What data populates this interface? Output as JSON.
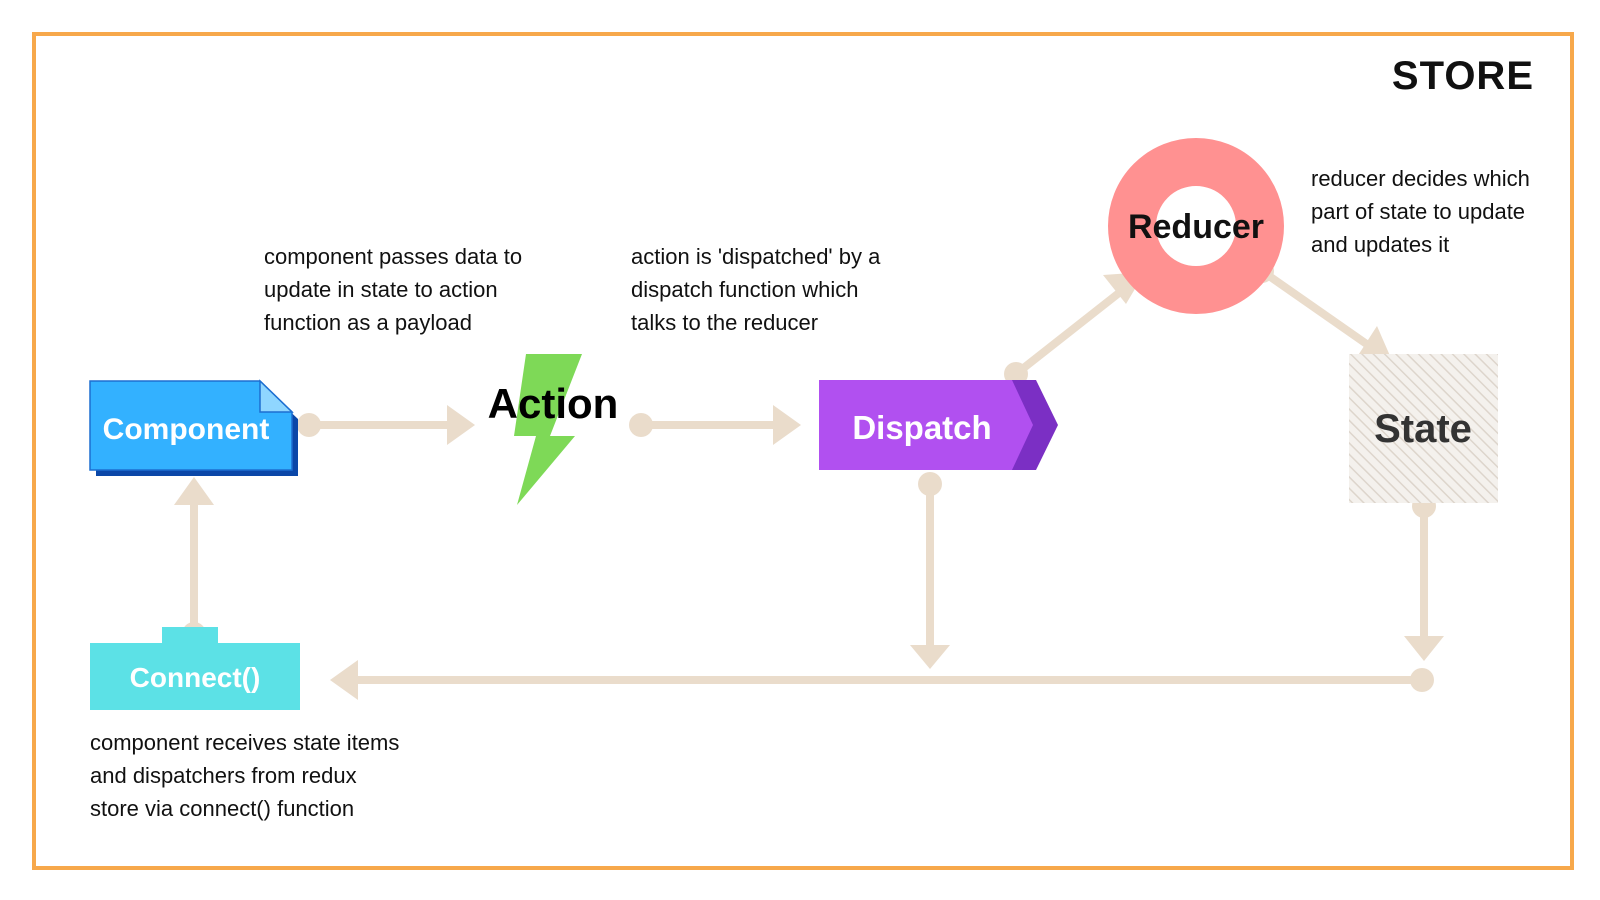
{
  "store": {
    "title": "STORE"
  },
  "nodes": {
    "component": "Component",
    "action": "Action",
    "dispatch": "Dispatch",
    "reducer": "Reducer",
    "state": "State",
    "connect": "Connect()"
  },
  "notes": {
    "component_to_action": [
      "component passes data to",
      "update in state to action",
      "function as a payload"
    ],
    "action_to_dispatch": [
      "action is 'dispatched' by a",
      "dispatch function which",
      "talks to the reducer"
    ],
    "reducer": [
      "reducer decides which",
      "part of state to update",
      "and updates it"
    ],
    "connect": [
      "component receives state items",
      "and dispatchers from redux",
      "store via connect() function"
    ]
  },
  "colors": {
    "frame": "#f7a84b",
    "component": "#33b1ff",
    "component_shadow": "#0b47a8",
    "action_bolt": "#7ed957",
    "dispatch": "#b150f0",
    "dispatch_dark": "#7b2fc4",
    "reducer": "#ff9191",
    "state_hatch": "#e3ddd6",
    "connect": "#5ce1e6",
    "connector": "#eadccb"
  },
  "icons": {
    "component": "document-shape",
    "action": "lightning-bolt-icon",
    "dispatch": "chevron-arrow-shape",
    "reducer": "ring-shape",
    "state": "hatched-square-shape",
    "connect": "tab-folder-shape"
  }
}
